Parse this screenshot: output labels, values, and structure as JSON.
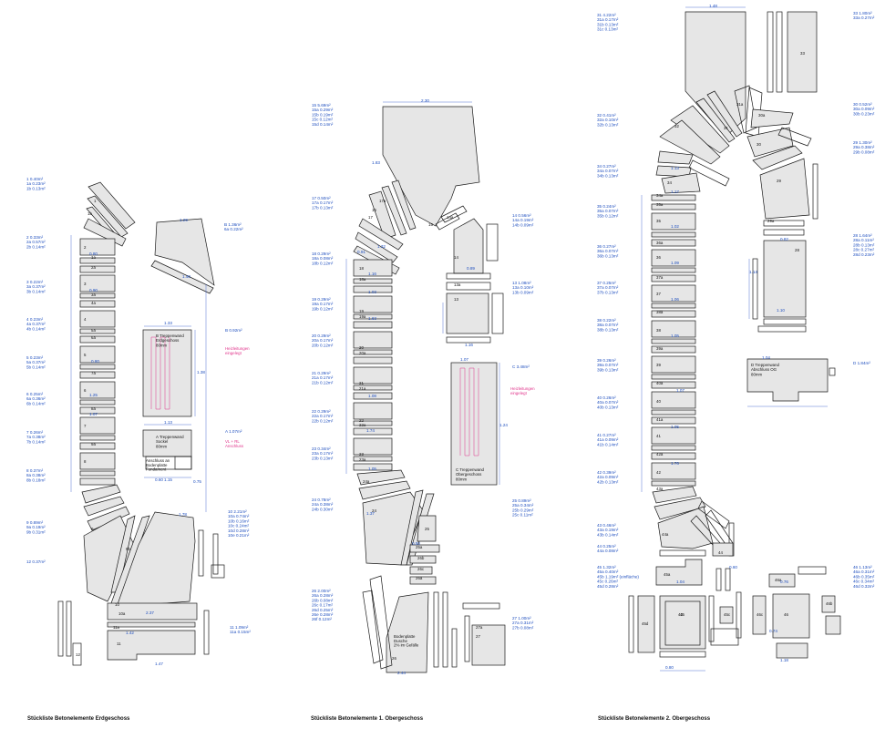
{
  "captions": [
    "Stückliste Betonelemente Erdgeschoss",
    "Stückliste Betonelemente 1. Obergeschoss",
    "Stückliste Betonelemente 2. Obergeschoss"
  ],
  "eg": {
    "list": [
      [
        "1    0.40m²",
        "1a   0.23m²",
        "1b   0.13m²"
      ],
      [
        "2    0.33m²",
        "2a   0.57m²",
        "2b   0.14m²"
      ],
      [
        "3    0.22m²",
        "3a   0.37m²",
        "3b   0.14m²"
      ],
      [
        "4    0.23m²",
        "4a   0.37m²",
        "4b   0.14m²"
      ],
      [
        "5    0.23m²",
        "5a   0.37m²",
        "5b   0.14m²"
      ],
      [
        "6    0.25m²",
        "6a   0.36m²",
        "6b   0.14m²"
      ],
      [
        "7    0.26m²",
        "7a   0.38m²",
        "7b   0.14m²"
      ],
      [
        "8    0.37m²",
        "8a   0.38m²",
        "8b   0.18m²"
      ],
      [
        "9    0.89m²",
        "9a   0.19m²",
        "9b   0.31m²"
      ],
      [
        "12   0.37m²"
      ]
    ],
    "list_right_top": [
      "B    1.36m²",
      "6a   0.22m²"
    ],
    "list_right_mid": [
      "10   2.21m²",
      "10a  0.74m²",
      "10b  0.16m²",
      "10c  0.24m²",
      "10d  0.28m²",
      "10e  0.21m²"
    ],
    "list_right_bot": [
      "11   1.09m²",
      "11a  0.15m²"
    ],
    "stair_wall_b": [
      "B  Treppenwand",
      "Erdgeschoss",
      "80mm"
    ],
    "stair_wall_b_area": "B   0.92m²",
    "stair_wall_a": [
      "A  Treppenwand",
      "Sockel",
      "80mm"
    ],
    "stair_wall_a_area": "A   1.07m²",
    "heating_note": [
      "Heizleitungen",
      "eingelegt"
    ],
    "connection_note": [
      "VL + RL",
      "Anschluss"
    ],
    "base_note": [
      "Anschluss an",
      "Bodenplatte",
      "Fundament"
    ],
    "labels": [
      "1",
      "2",
      "3",
      "4",
      "5",
      "6",
      "7",
      "8",
      "9",
      "10",
      "11",
      "12",
      "1a",
      "2a",
      "3a",
      "4a",
      "5a",
      "6a",
      "7a",
      "8a",
      "9a",
      "1b",
      "9b",
      "10a",
      "11a"
    ],
    "dims": [
      "1.29",
      "1.40",
      "1.33",
      "1.38",
      "1.13",
      "1.15",
      "0.80",
      "0.90",
      "0.80",
      "1.25",
      "1.07",
      "2.37",
      "1.47",
      "1.42",
      "1.78",
      "0.75",
      "0.60"
    ]
  },
  "og1": {
    "list": [
      [
        "15   5.69m²",
        "15a  0.29m²",
        "15b  0.19m²",
        "15c  0.12m²",
        "15d  0.14m²"
      ],
      [
        "17   0.50m²",
        "17a  0.17m²",
        "17b  0.13m²"
      ],
      [
        "18   0.29m²",
        "18a  0.08m²",
        "18b  0.12m²"
      ],
      [
        "19   0.29m²",
        "19a  0.17m²",
        "19b  0.12m²"
      ],
      [
        "20   0.29m²",
        "20a  0.17m²",
        "20b  0.12m²"
      ],
      [
        "21   0.29m²",
        "21a  0.17m²",
        "21b  0.12m²"
      ],
      [
        "22   0.29m²",
        "22a  0.17m²",
        "22b  0.12m²"
      ],
      [
        "23   0.34m²",
        "23a  0.17m²",
        "23b  0.13m²"
      ],
      [
        "24   0.78m²",
        "24a  0.38m²",
        "24b  0.30m²"
      ],
      [
        "26   2.00m²",
        "26a  0.28m²",
        "26b  0.08m²",
        "26c  0.17m²",
        "26d  0.25m²",
        "26e  0.28m²",
        "26f  0.12m²"
      ]
    ],
    "list_right": [
      [
        "14   0.56m²",
        "14a  0.19m²",
        "14b  0.09m²"
      ],
      [
        "13   1.08m²",
        "13a  0.10m²",
        "13b  0.09m²"
      ],
      [
        "C    3.48m²"
      ],
      [
        "25   0.89m²",
        "25a  0.34m²",
        "25b  0.29m²",
        "25c  0.11m²"
      ],
      [
        "27   1.00m²",
        "27a  0.31m²",
        "27b  0.08m²"
      ]
    ],
    "stair_wall_c": [
      "C  Treppenwand",
      "Obergeschoss",
      "80mm"
    ],
    "heating_note": [
      "Heizleitungen",
      "eingelegt"
    ],
    "floor_note": [
      "Bodenplatte",
      "Dusche",
      "2% im Gefälle"
    ],
    "labels": [
      "13",
      "14",
      "15",
      "16",
      "17",
      "18",
      "19",
      "20",
      "21",
      "22",
      "23",
      "24",
      "25",
      "26",
      "27",
      "13a",
      "14a",
      "17a",
      "18a",
      "19a",
      "20a",
      "21a",
      "22a",
      "23a",
      "24a",
      "25a",
      "26a",
      "27a",
      "26b",
      "26c"
    ],
    "dims": [
      "2.30",
      "1.83",
      "1.32",
      "0.91",
      "1.16",
      "1.03",
      "1.63",
      "1.08",
      "1.74",
      "1.05",
      "1.24",
      "1.37",
      "1.07",
      "0.89",
      "0.50",
      "2.44",
      "1.16"
    ]
  },
  "og2": {
    "list": [
      [
        "31   4.22m²",
        "31a  0.17m²",
        "31b  0.13m²",
        "31c  0.13m²"
      ],
      [
        "32   0.41m²",
        "32a  0.10m²",
        "32b  0.13m²"
      ],
      [
        "34   0.27m²",
        "34a  0.07m²",
        "34b  0.13m²"
      ],
      [
        "35   0.24m²",
        "35a  0.07m²",
        "35b  0.12m²"
      ],
      [
        "36   0.27m²",
        "36a  0.07m²",
        "36b  0.13m²"
      ],
      [
        "37   0.25m²",
        "37a  0.07m²",
        "37b  0.13m²"
      ],
      [
        "38   0.22m²",
        "38a  0.07m²",
        "38b  0.13m²"
      ],
      [
        "39   0.26m²",
        "39a  0.07m²",
        "39b  0.13m²"
      ],
      [
        "40   0.26m²",
        "40a  0.07m²",
        "40b  0.13m²"
      ],
      [
        "41   0.27m²",
        "41a  0.09m²",
        "41b  0.14m²"
      ],
      [
        "42   0.39m²",
        "42a  0.09m²",
        "42b  0.13m²"
      ],
      [
        "43   0.46m²",
        "43a  0.19m²",
        "43b  0.14m²"
      ],
      [
        "44   0.25m²",
        "44a  0.08m²"
      ],
      [
        "45   1.32m²",
        "45a  0.40m²",
        "45b  1.19m² (einfläche)",
        "45c  0.26m²",
        "45d  0.28m²"
      ]
    ],
    "list_right": [
      [
        "33   1.80m²",
        "33a  0.27m²"
      ],
      [
        "30   0.52m²",
        "30a  0.09m²",
        "30b  0.23m²"
      ],
      [
        "29   1.30m²",
        "29a  0.38m²",
        "29b  0.08m²"
      ],
      [
        "28   1.64m²",
        "28a  0.11m²",
        "28b  0.13m²",
        "28c  0.27m²",
        "28d  0.23m²"
      ],
      [
        "D    1.84m²"
      ],
      [
        "46   1.13m²",
        "46a  0.31m²",
        "46b  0.35m²",
        "46c  0.34m²",
        "46d  0.32m²"
      ]
    ],
    "stair_wall_d": [
      "D  Treppenwand",
      "Abschluss OG",
      "80mm"
    ],
    "labels": [
      "28",
      "29",
      "30",
      "31",
      "32",
      "33",
      "34",
      "35",
      "36",
      "37",
      "38",
      "39",
      "40",
      "41",
      "42",
      "43",
      "44",
      "45",
      "46",
      "29a",
      "30a",
      "31a",
      "34a",
      "35a",
      "36a",
      "37a",
      "38a",
      "39a",
      "40a",
      "41a",
      "42a",
      "43a",
      "44a",
      "45a",
      "46a",
      "45c",
      "45d",
      "46b",
      "46c"
    ],
    "dims": [
      "1.48",
      "1.13",
      "1.17",
      "1.02",
      "1.09",
      "1.06",
      "1.05",
      "1.04",
      "1.07",
      "1.05",
      "1.76",
      "1.04",
      "1.18",
      "1.10",
      "1.14",
      "0.82",
      "0.76",
      "0.60",
      "0.74",
      "0.80"
    ]
  }
}
